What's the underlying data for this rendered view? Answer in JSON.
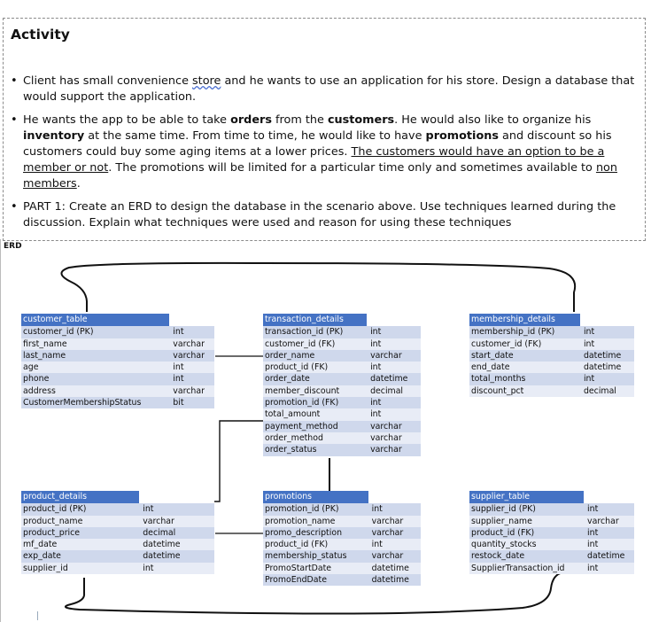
{
  "activity": {
    "title": "Activity",
    "b1": {
      "t1": "Client has small convenience ",
      "t2": "store",
      "t3": " and he wants to use an application for his store. Design a database that would support the application."
    },
    "b2": {
      "t1": "He wants the app to be able to take ",
      "t2": "orders",
      "t3": " from the ",
      "t4": "customers",
      "t5": ". He would also like to organize his ",
      "t6": "inventory",
      "t7": " at the same time. From time to time, he would like to have ",
      "t8": "promotions",
      "t9": " and discount so his customers could buy some aging items at a lower prices. ",
      "t10": "The customers would have an option to be a member or not",
      "t11": ". The promotions will be limited for a particular time only and sometimes available to ",
      "t12": "non members",
      "t13": "."
    },
    "b3": {
      "t1": "PART 1: Create an ERD to design the database in the scenario above. Use techniques learned during the discussion. Explain what techniques were used and reason for using these techniques"
    }
  },
  "erd_label": "ERD",
  "tables": {
    "customer": {
      "title": "customer_table",
      "rows": [
        [
          "customer_id (PK)",
          "int"
        ],
        [
          "first_name",
          "varchar"
        ],
        [
          "last_name",
          "varchar"
        ],
        [
          "age",
          "int"
        ],
        [
          "phone",
          "int"
        ],
        [
          "address",
          "varchar"
        ],
        [
          "CustomerMembershipStatus",
          "bit"
        ]
      ]
    },
    "transaction": {
      "title": "transaction_details",
      "rows": [
        [
          "transaction_id (PK)",
          "int"
        ],
        [
          "customer_id (FK)",
          "int"
        ],
        [
          "order_name",
          "varchar"
        ],
        [
          "product_id (FK)",
          "int"
        ],
        [
          "order_date",
          "datetime"
        ],
        [
          "member_discount",
          "decimal"
        ],
        [
          "promotion_id (FK)",
          "int"
        ],
        [
          "total_amount",
          "int"
        ],
        [
          "payment_method",
          "varchar"
        ],
        [
          "order_method",
          "varchar"
        ],
        [
          "order_status",
          "varchar"
        ]
      ]
    },
    "membership": {
      "title": "membership_details",
      "rows": [
        [
          "membership_id (PK)",
          "int"
        ],
        [
          "customer_id (FK)",
          "int"
        ],
        [
          "start_date",
          "datetime"
        ],
        [
          "end_date",
          "datetime"
        ],
        [
          "total_months",
          "int"
        ],
        [
          "discount_pct",
          "decimal"
        ]
      ]
    },
    "product": {
      "title": "product_details",
      "rows": [
        [
          "product_id (PK)",
          "int"
        ],
        [
          "product_name",
          "varchar"
        ],
        [
          "product_price",
          "decimal"
        ],
        [
          "mf_date",
          "datetime"
        ],
        [
          "exp_date",
          "datetime"
        ],
        [
          "supplier_id",
          "int"
        ]
      ]
    },
    "promotions": {
      "title": "promotions",
      "rows": [
        [
          "promotion_id (PK)",
          "int"
        ],
        [
          "promotion_name",
          "varchar"
        ],
        [
          "promo_description",
          "varchar"
        ],
        [
          "product_id (FK)",
          "int"
        ],
        [
          "membership_status",
          "varchar"
        ],
        [
          "PromoStartDate",
          "datetime"
        ],
        [
          "PromoEndDate",
          "datetime"
        ]
      ]
    },
    "supplier": {
      "title": "supplier_table",
      "rows": [
        [
          "supplier_id (PK)",
          "int"
        ],
        [
          "supplier_name",
          "varchar"
        ],
        [
          "product_id (FK)",
          "int"
        ],
        [
          "quantity_stocks",
          "int"
        ],
        [
          "restock_date",
          "datetime"
        ],
        [
          "SupplierTransaction_id",
          "int"
        ]
      ]
    }
  }
}
